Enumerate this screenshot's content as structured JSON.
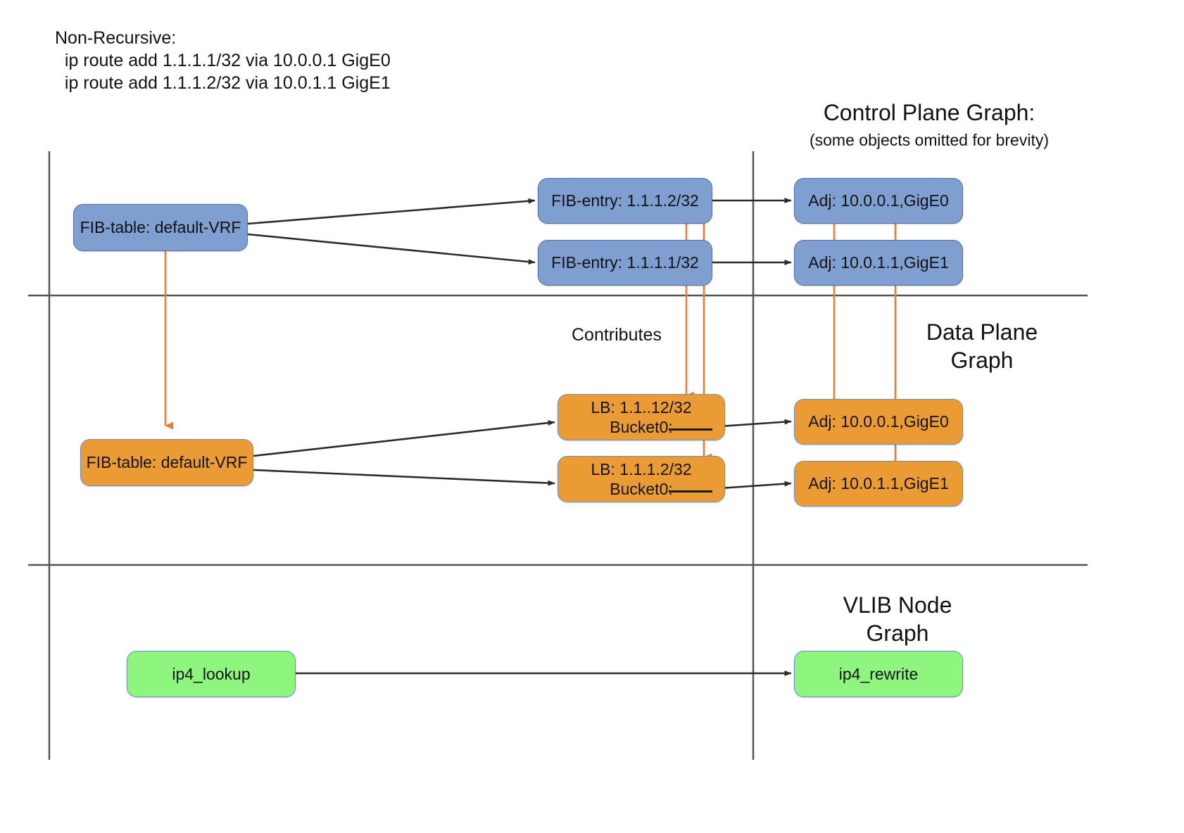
{
  "header": {
    "lines": [
      "Non-Recursive:",
      "  ip route add 1.1.1.1/32 via 10.0.0.1 GigE0",
      "  ip route add 1.1.1.2/32 via 10.0.1.1 GigE1"
    ]
  },
  "lanes": {
    "control_plane": {
      "title": "Control Plane Graph:",
      "subtitle": "(some objects omitted for brevity)"
    },
    "data_plane": {
      "title_line1": "Data Plane",
      "title_line2": "Graph"
    },
    "vlib": {
      "title_line1": "VLIB Node",
      "title_line2": "Graph"
    }
  },
  "labels": {
    "contributes": "Contributes"
  },
  "nodes": {
    "cp_fib_table": "FIB-table: default-VRF",
    "cp_fib_entry_2": "FIB-entry: 1.1.1.2/32",
    "cp_fib_entry_1": "FIB-entry: 1.1.1.1/32",
    "cp_adj_0": "Adj: 10.0.0.1,GigE0",
    "cp_adj_1": "Adj: 10.0.1.1,GigE1",
    "dp_fib_table": "FIB-table: default-VRF",
    "dp_lb_0_line1": "LB: 1.1..12/32",
    "dp_lb_0_line2": "Bucket0:",
    "dp_lb_1_line1": "LB: 1.1.1.2/32",
    "dp_lb_1_line2": "Bucket0:",
    "dp_adj_0": "Adj: 10.0.0.1,GigE0",
    "dp_adj_1": "Adj: 10.0.1.1,GigE1",
    "vlib_lookup": "ip4_lookup",
    "vlib_rewrite": "ip4_rewrite"
  },
  "colors": {
    "control_plane_fill": "#7f9fd0",
    "data_plane_fill": "#eb9b33",
    "vlib_fill": "#8ef57f",
    "edge_black": "#2b2b2b",
    "edge_orange": "#ed7d31",
    "divider": "#555555"
  }
}
